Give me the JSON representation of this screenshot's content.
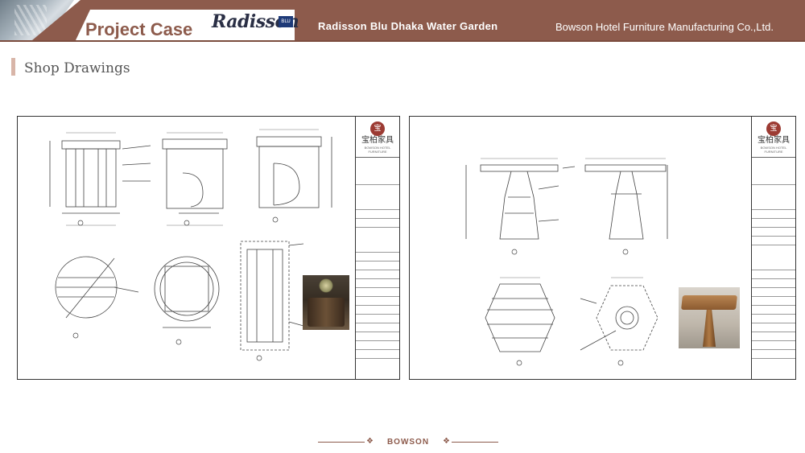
{
  "header": {
    "title": "Project Case",
    "logo_text": "Radisson",
    "logo_badge": "BLU",
    "hotel_name": "Radisson Blu Dhaka Water Garden",
    "company": "Bowson Hotel Furniture Manufacturing Co.,Ltd."
  },
  "section": {
    "title": "Shop Drawings"
  },
  "sheets": [
    {
      "title_block": {
        "seal": "宝",
        "brand": "宝柏家具",
        "sub": "BOWSON HOTEL FURNITURE"
      }
    },
    {
      "title_block": {
        "seal": "宝",
        "brand": "宝柏家具",
        "sub": "BOWSON HOTEL FURNITURE"
      }
    }
  ],
  "footer": {
    "brand": "BOWSON"
  },
  "colors": {
    "accent": "#8d5b4c",
    "header_bar": "#8d5b4c",
    "section_marker": "#d8b5a8"
  }
}
